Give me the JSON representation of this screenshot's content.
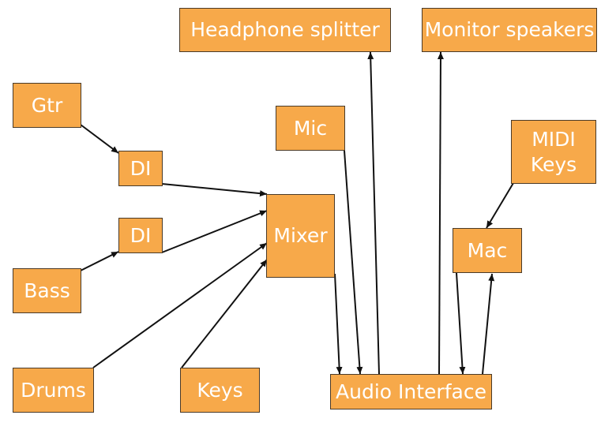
{
  "nodes": {
    "headphone_splitter": "Headphone splitter",
    "monitor_speakers": "Monitor speakers",
    "gtr": "Gtr",
    "di_1": "DI",
    "di_2": "DI",
    "bass": "Bass",
    "mic": "Mic",
    "mixer": "Mixer",
    "midi_keys_line1": "MIDI",
    "midi_keys_line2": "Keys",
    "mac": "Mac",
    "drums": "Drums",
    "keys": "Keys",
    "audio_interface": "Audio Interface"
  },
  "colors": {
    "node_fill": "#f7a94a",
    "node_text": "#ffffff",
    "arrow": "#111111"
  },
  "connections": [
    {
      "from": "Gtr",
      "to": "DI"
    },
    {
      "from": "DI",
      "to": "Mixer"
    },
    {
      "from": "Bass",
      "to": "DI"
    },
    {
      "from": "DI",
      "to": "Mixer"
    },
    {
      "from": "Drums",
      "to": "Mixer"
    },
    {
      "from": "Keys",
      "to": "Mixer"
    },
    {
      "from": "Mixer",
      "to": "Audio Interface"
    },
    {
      "from": "Mic",
      "to": "Audio Interface"
    },
    {
      "from": "Audio Interface",
      "to": "Headphone splitter"
    },
    {
      "from": "Audio Interface",
      "to": "Monitor speakers"
    },
    {
      "from": "MIDI Keys",
      "to": "Mac"
    },
    {
      "from": "Mac",
      "to": "Audio Interface"
    },
    {
      "from": "Audio Interface",
      "to": "Mac"
    }
  ]
}
